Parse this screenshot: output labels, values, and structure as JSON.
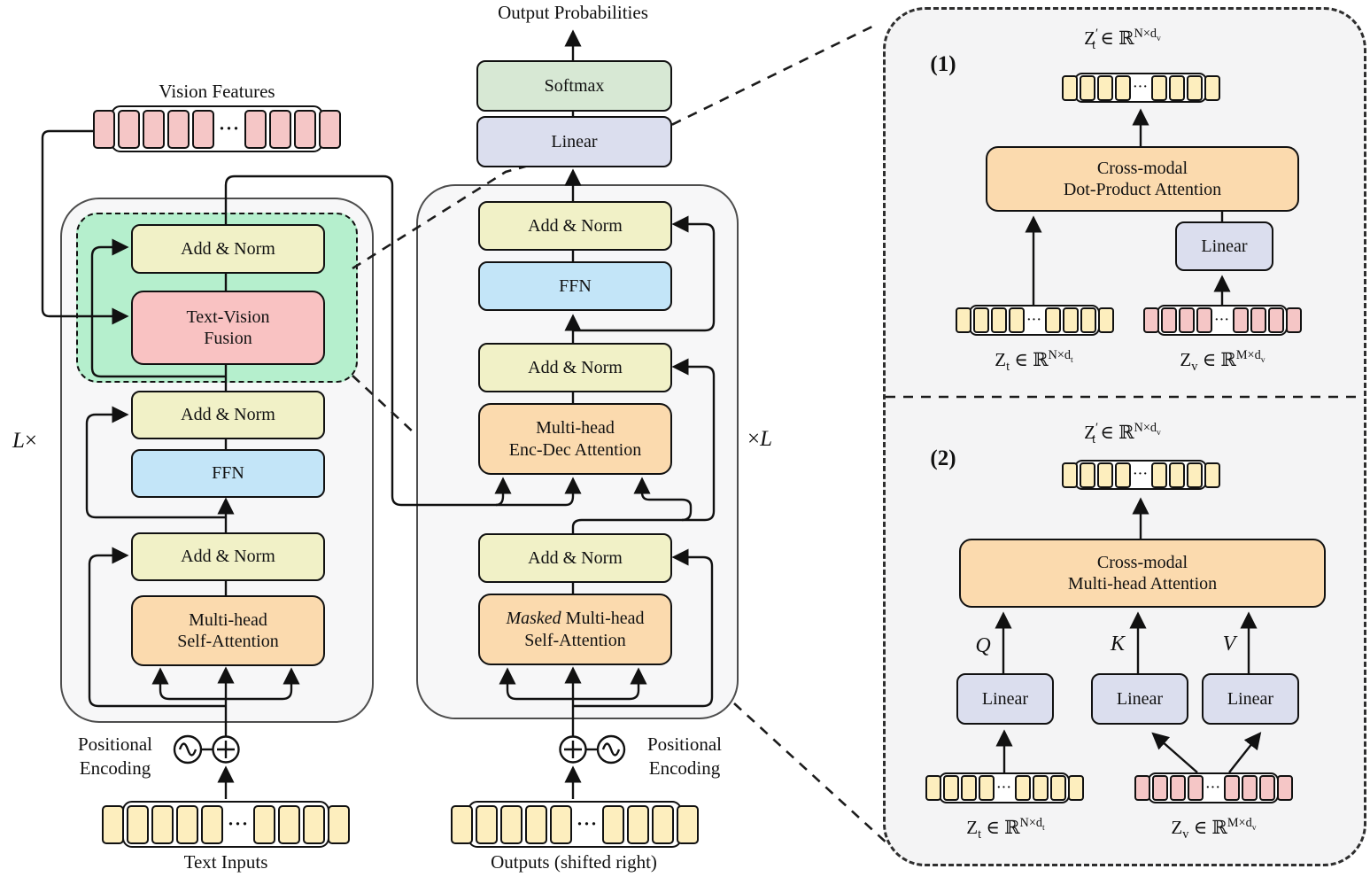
{
  "colors": {
    "token-pink": "#f5c6c6",
    "token-yellow": "#fdeebe",
    "addnorm": "#f1f1c7",
    "ffn": "#c3e5f8",
    "attn": "#fbdaae",
    "fusion": "#f9c2c2",
    "softmax": "#d7e8d4",
    "linear": "#dbdeee",
    "green": "#b5efcd",
    "container": "#f7f7f8",
    "panel": "#f4f4f5",
    "line": "#111111"
  },
  "encoder": {
    "vision_features_label": "Vision Features",
    "add_norm": "Add & Norm",
    "fusion": [
      "Text-Vision",
      "Fusion"
    ],
    "ffn": "FFN",
    "mhsa": [
      "Multi-head",
      "Self-Attention"
    ],
    "loop_label_html": "<i>L</i>×",
    "positional": [
      "Positional",
      "Encoding"
    ],
    "inputs_label": "Text Inputs"
  },
  "decoder": {
    "output_label": "Output Probabilities",
    "softmax": "Softmax",
    "linear": "Linear",
    "add_norm": "Add & Norm",
    "ffn": "FFN",
    "encdec": [
      "Multi-head",
      "Enc-Dec Attention"
    ],
    "masked_line1_html": "<i>Masked</i> Multi-head",
    "masked_line2": "Self-Attention",
    "loop_label_html": "×<i>L</i>",
    "positional": [
      "Positional",
      "Encoding"
    ],
    "outputs_label": "Outputs (shifted right)"
  },
  "panel": {
    "item1": {
      "num": "(1)",
      "out_math_html": "Z<sup>′</sup><sub class=\"tk\">t</sub> ∈ ℝ<sup>N×d<sub>v</sub></sup>",
      "attn": [
        "Cross-modal",
        "Dot-Product Attention"
      ],
      "linear": "Linear",
      "zt_math_html": "Z<sub>t</sub> ∈ ℝ<sup>N×d<sub>t</sub></sup>",
      "zv_math_html": "Z<sub>v</sub> ∈ ℝ<sup>M×d<sub>v</sub></sup>"
    },
    "item2": {
      "num": "(2)",
      "out_math_html": "Z<sup>′</sup><sub class=\"tk\">t</sub> ∈ ℝ<sup>N×d<sub>v</sub></sup>",
      "attn": [
        "Cross-modal",
        "Multi-head Attention"
      ],
      "q_html": "<i>Q</i>",
      "k_html": "<i>K</i>",
      "v_html": "<i>V</i>",
      "linear": "Linear",
      "zt_math_html": "Z<sub>t</sub> ∈ ℝ<sup>N×d<sub>t</sub></sup>",
      "zv_math_html": "Z<sub>v</sub> ∈ ℝ<sup>M×d<sub>v</sub></sup>"
    }
  }
}
